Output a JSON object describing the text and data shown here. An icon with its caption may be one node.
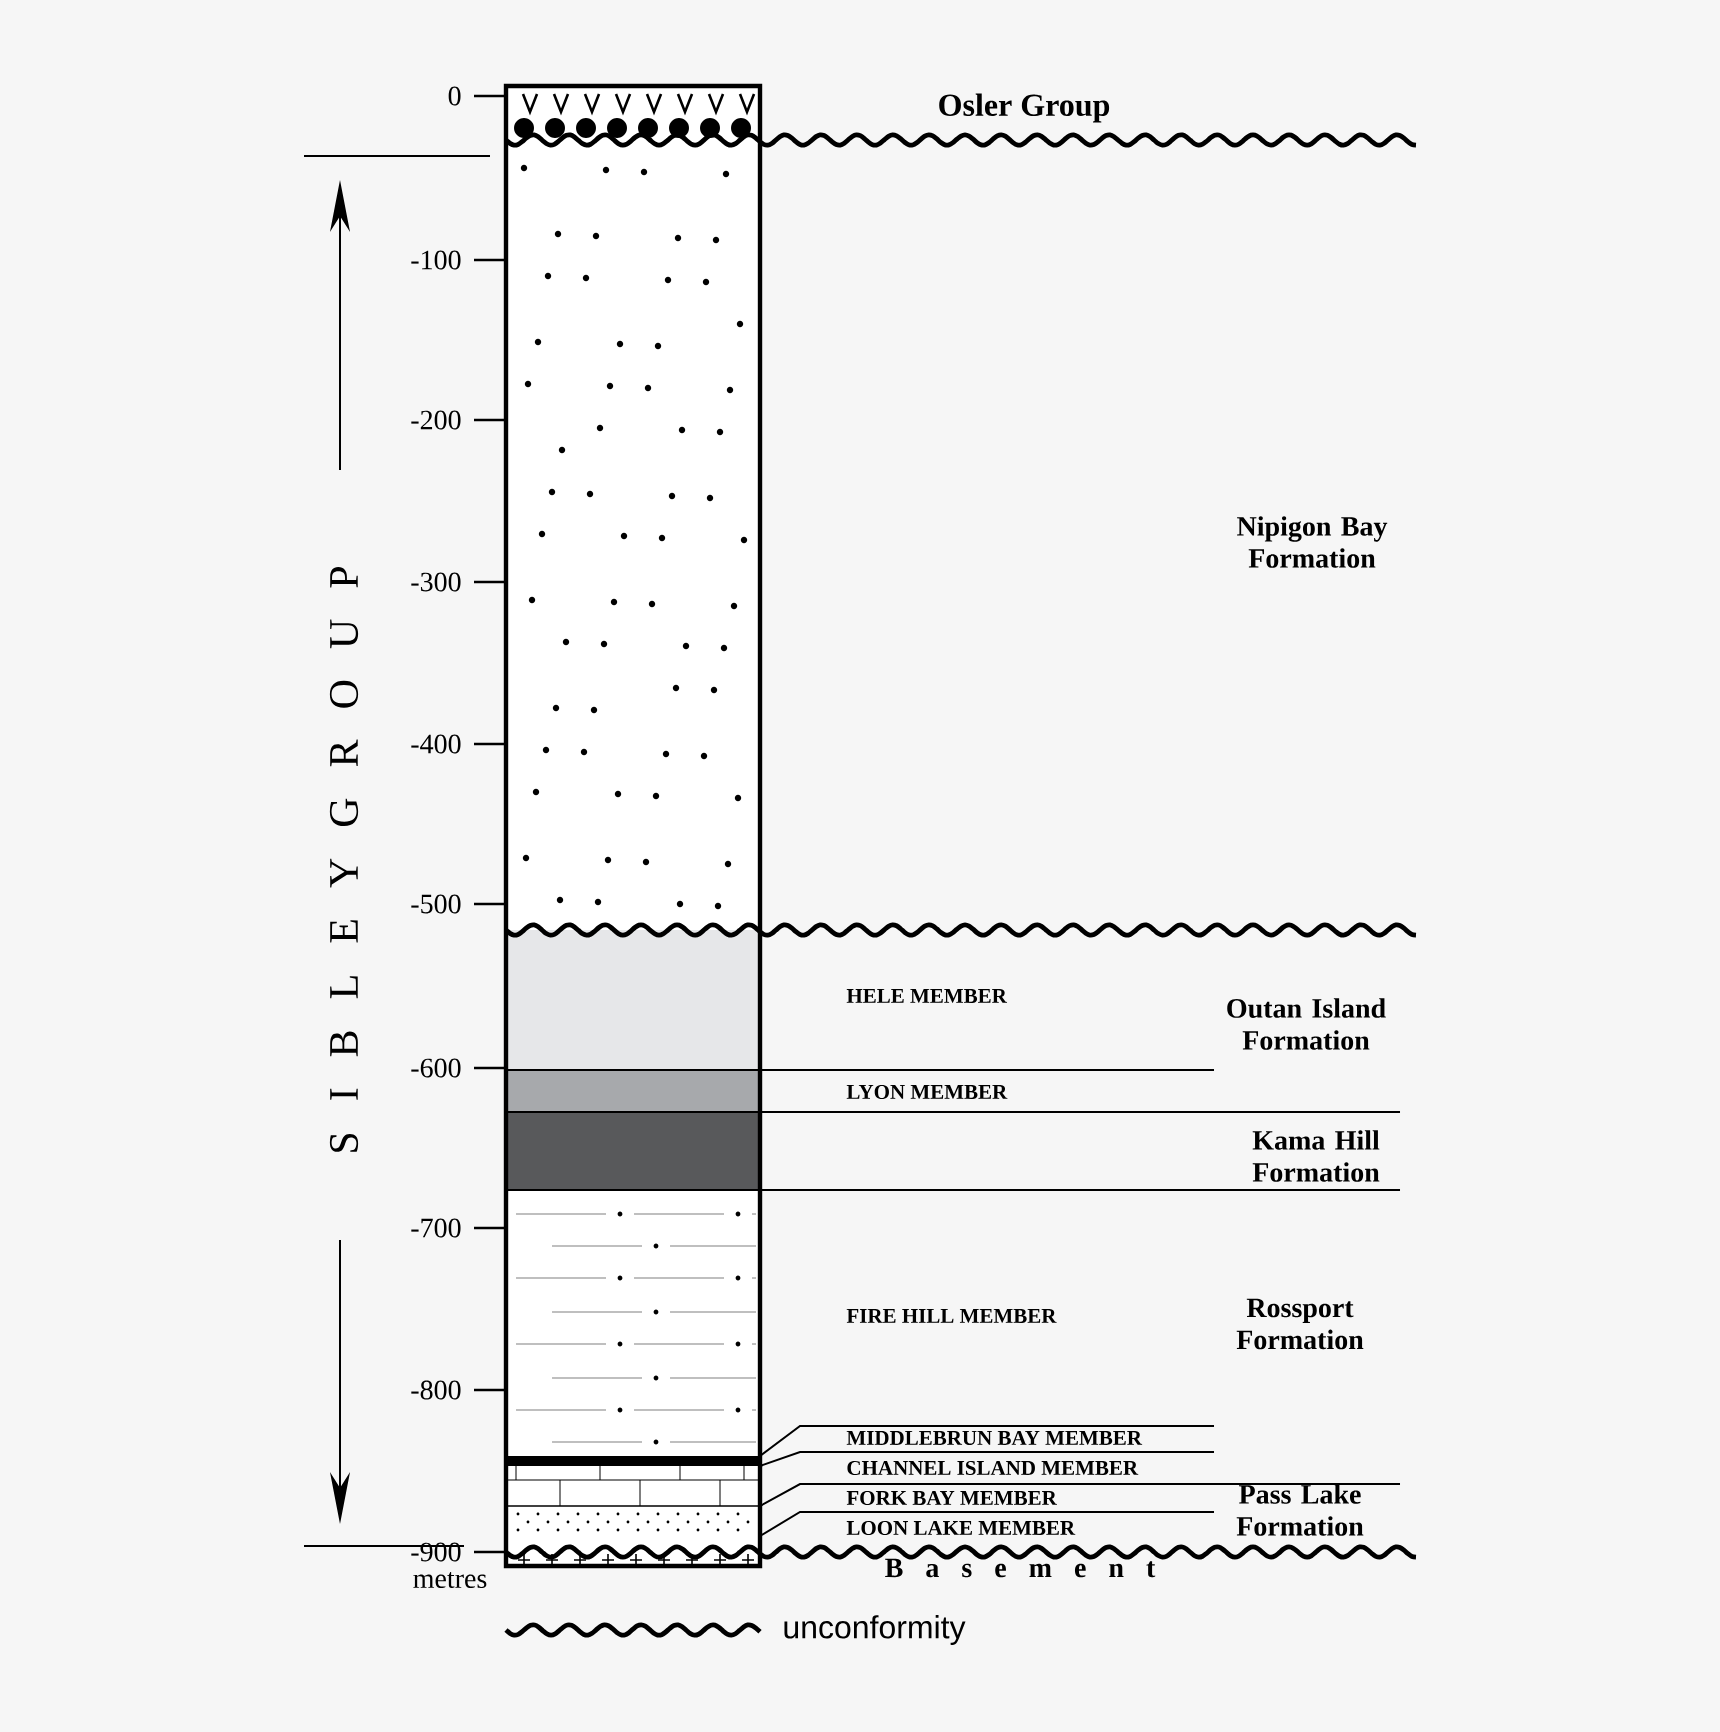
{
  "diagram": {
    "labels": [
      "0",
      "Osler Group",
      "-100",
      "-200",
      "S I B L E Y G R O U P",
      "Nipigon Bay Formation",
      "-300",
      "-400",
      "-500",
      "HELE MEMBER",
      "Outan Island Formation",
      "-600",
      "LYON MEMBER",
      "Kama Hill Formation",
      "-700",
      "FIRE HILL MEMBER",
      "Rossport Formation",
      "-800",
      "MIDDLEBRUN BAY MEMBER",
      "CHANNEL ISLAND MEMBER",
      "FORK BAY MEMBER",
      "Pass Lake Formation",
      "LOON LAKE MEMBER",
      "-900",
      "metres",
      "B a s e m e n t"
    ],
    "legend": [
      {
        "text": "unconformity"
      }
    ]
  }
}
